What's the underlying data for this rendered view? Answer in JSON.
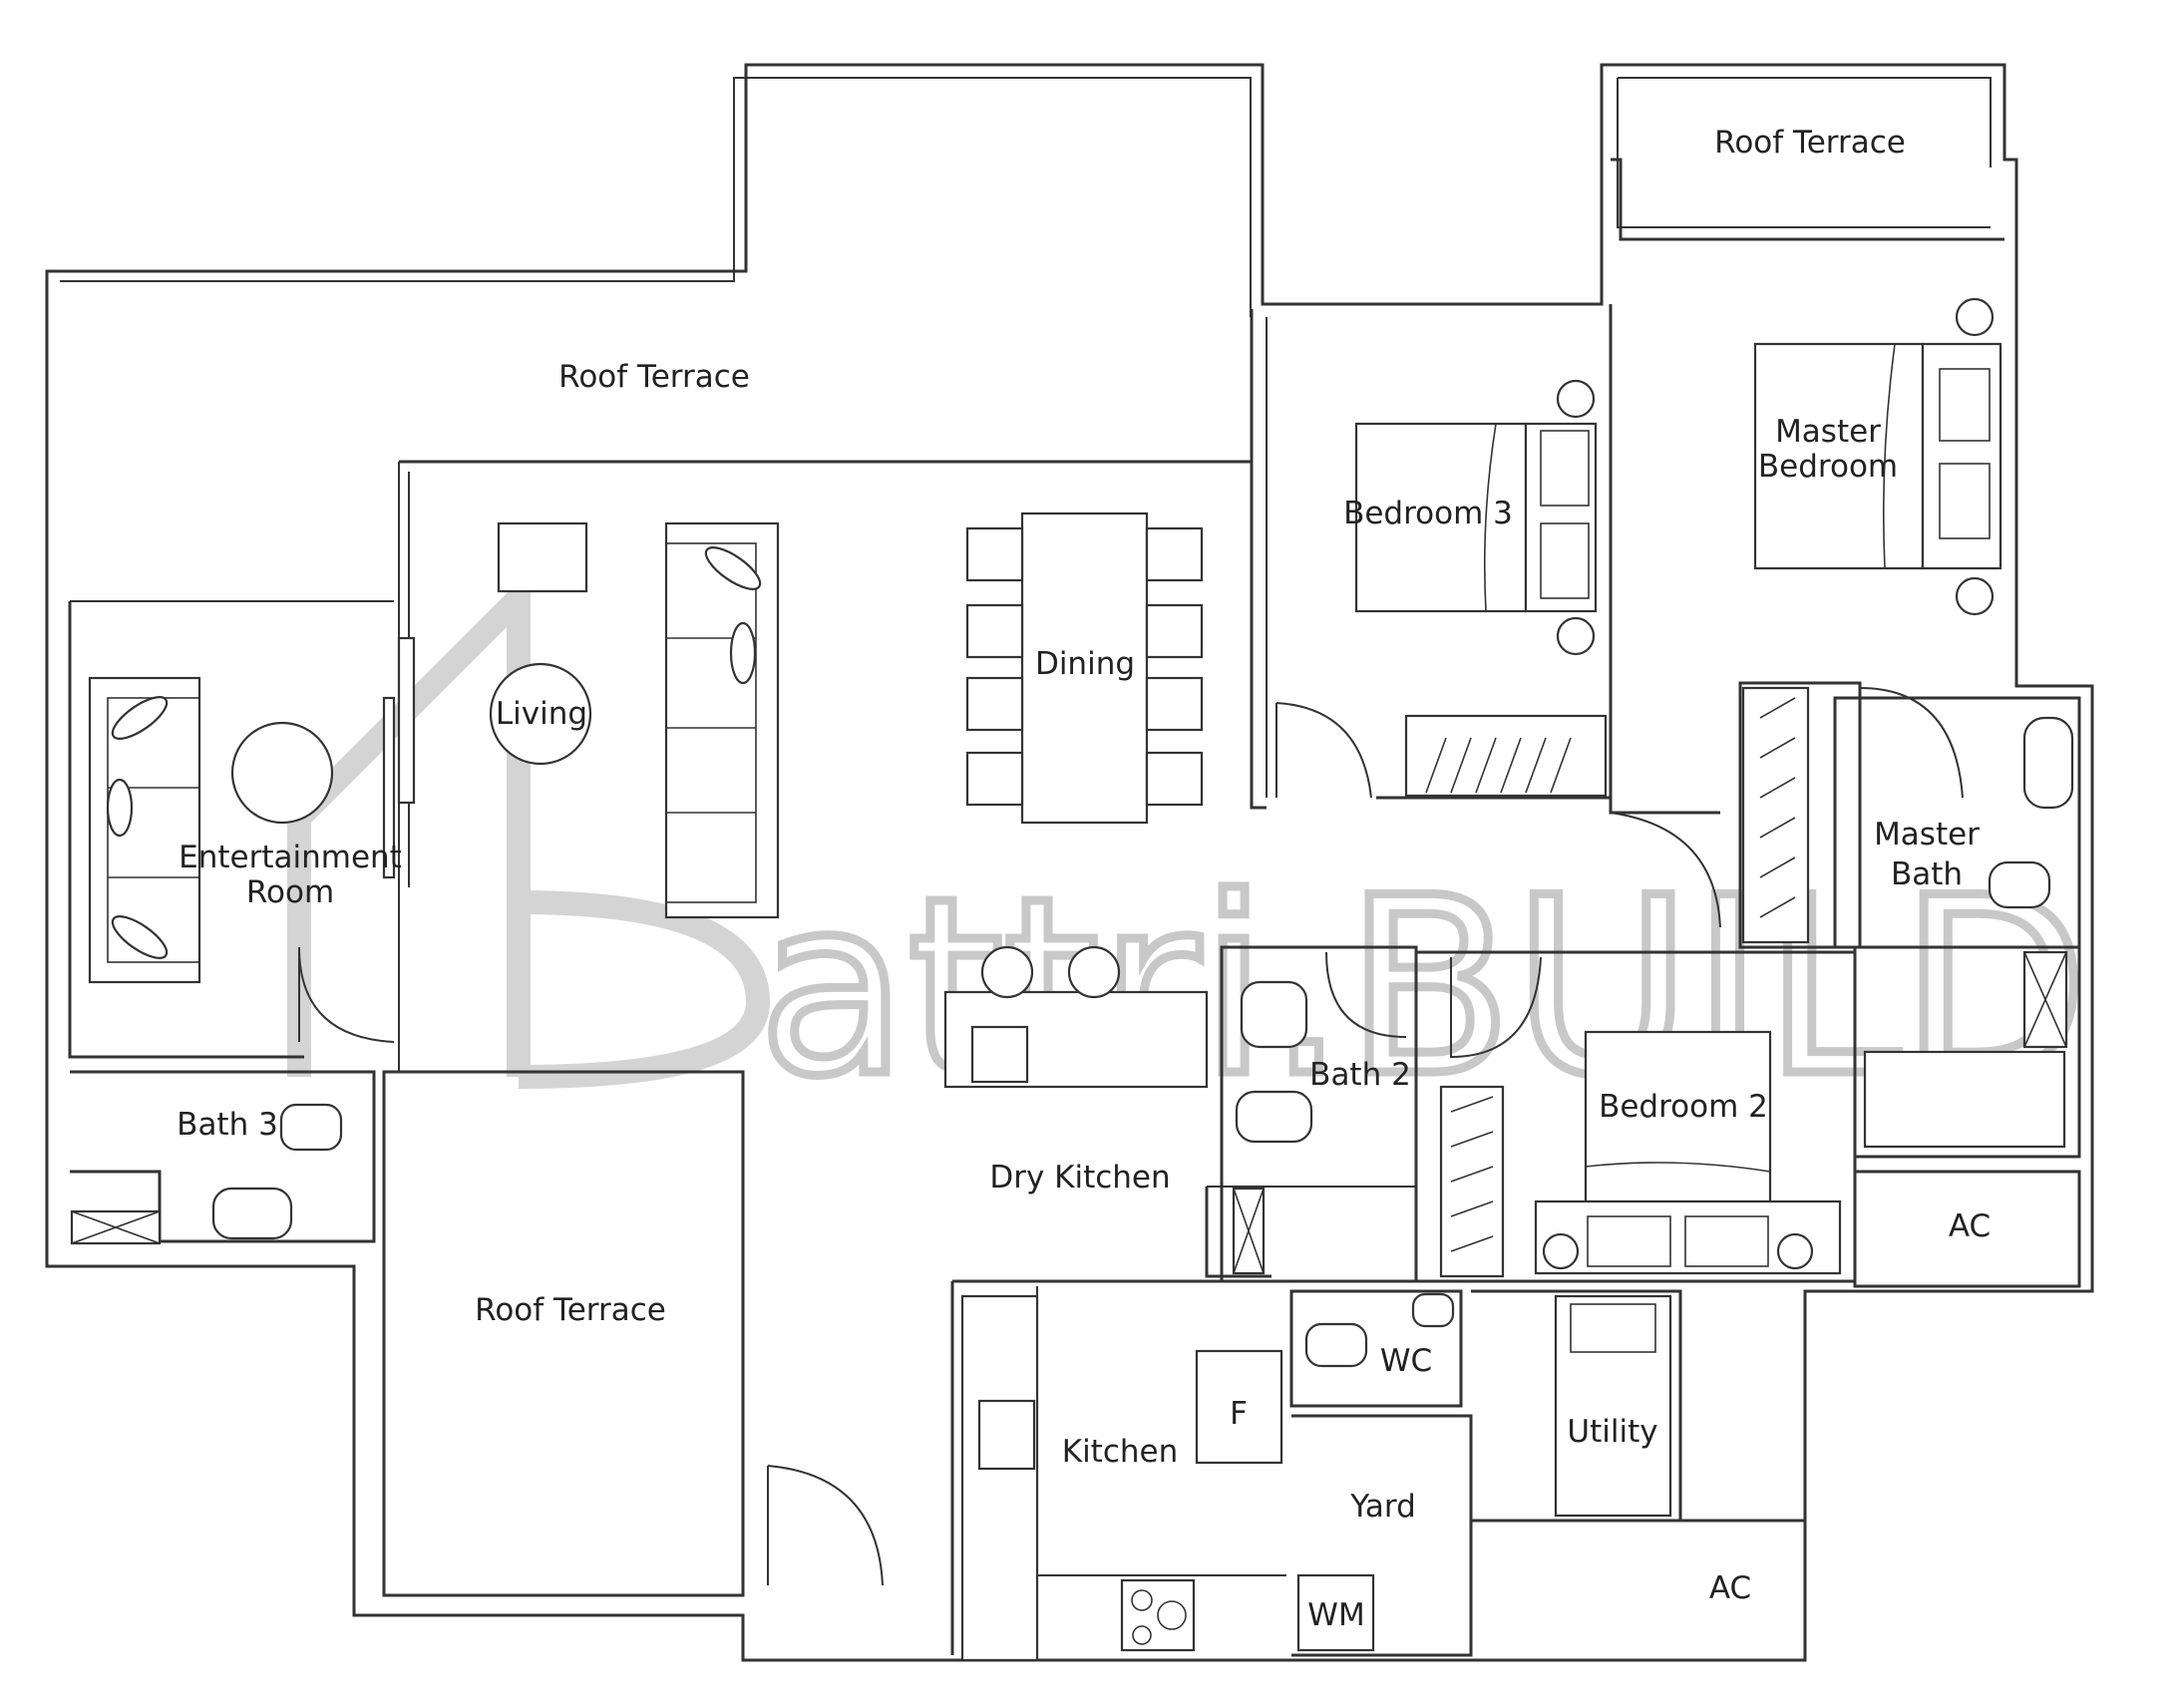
{
  "watermark": {
    "text": "attri.BUILD",
    "logo_letter": "D"
  },
  "rooms": {
    "roof_terrace_top_left": "Roof Terrace",
    "roof_terrace_top_right": "Roof Terrace",
    "roof_terrace_bottom": "Roof Terrace",
    "entertainment_room_line1": "Entertainment",
    "entertainment_room_line2": "Room",
    "living": "Living",
    "dining": "Dining",
    "bedroom_3": "Bedroom 3",
    "master_bedroom_line1": "Master",
    "master_bedroom_line2": "Bedroom",
    "master_bath_line1": "Master",
    "master_bath_line2": "Bath",
    "bath_2": "Bath 2",
    "bath_3": "Bath 3",
    "bedroom_2": "Bedroom 2",
    "dry_kitchen": "Dry Kitchen",
    "kitchen": "Kitchen",
    "wc": "WC",
    "fridge": "F",
    "yard": "Yard",
    "utility": "Utility",
    "washing_machine": "WM",
    "ac_upper": "AC",
    "ac_lower": "AC"
  }
}
